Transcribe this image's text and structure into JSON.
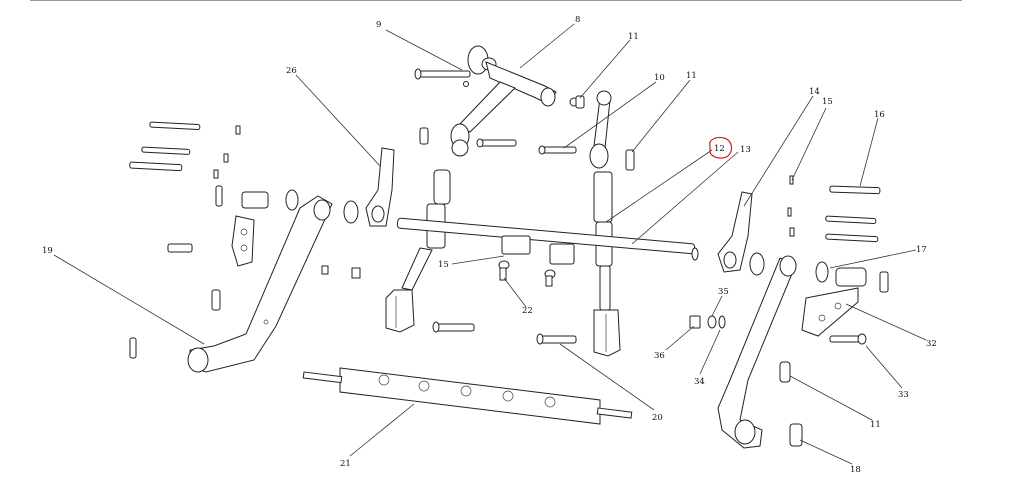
{
  "callouts": [
    {
      "id": "c9",
      "text": "9"
    },
    {
      "id": "c8",
      "text": "8"
    },
    {
      "id": "c11a",
      "text": "11"
    },
    {
      "id": "c26",
      "text": "26"
    },
    {
      "id": "c10",
      "text": "10"
    },
    {
      "id": "c11b",
      "text": "11"
    },
    {
      "id": "c14",
      "text": "14"
    },
    {
      "id": "c15a",
      "text": "15"
    },
    {
      "id": "c16",
      "text": "16"
    },
    {
      "id": "c12",
      "text": "12"
    },
    {
      "id": "c13",
      "text": "13"
    },
    {
      "id": "c19",
      "text": "19"
    },
    {
      "id": "c15b",
      "text": "15"
    },
    {
      "id": "c22",
      "text": "22"
    },
    {
      "id": "c17",
      "text": "17"
    },
    {
      "id": "c35",
      "text": "35"
    },
    {
      "id": "c36",
      "text": "36"
    },
    {
      "id": "c34",
      "text": "34"
    },
    {
      "id": "c32",
      "text": "32"
    },
    {
      "id": "c33",
      "text": "33"
    },
    {
      "id": "c20",
      "text": "20"
    },
    {
      "id": "c11c",
      "text": "11"
    },
    {
      "id": "c21",
      "text": "21"
    },
    {
      "id": "c18",
      "text": "18"
    }
  ],
  "highlight": {
    "callout": "12",
    "color": "#d21f1f"
  }
}
